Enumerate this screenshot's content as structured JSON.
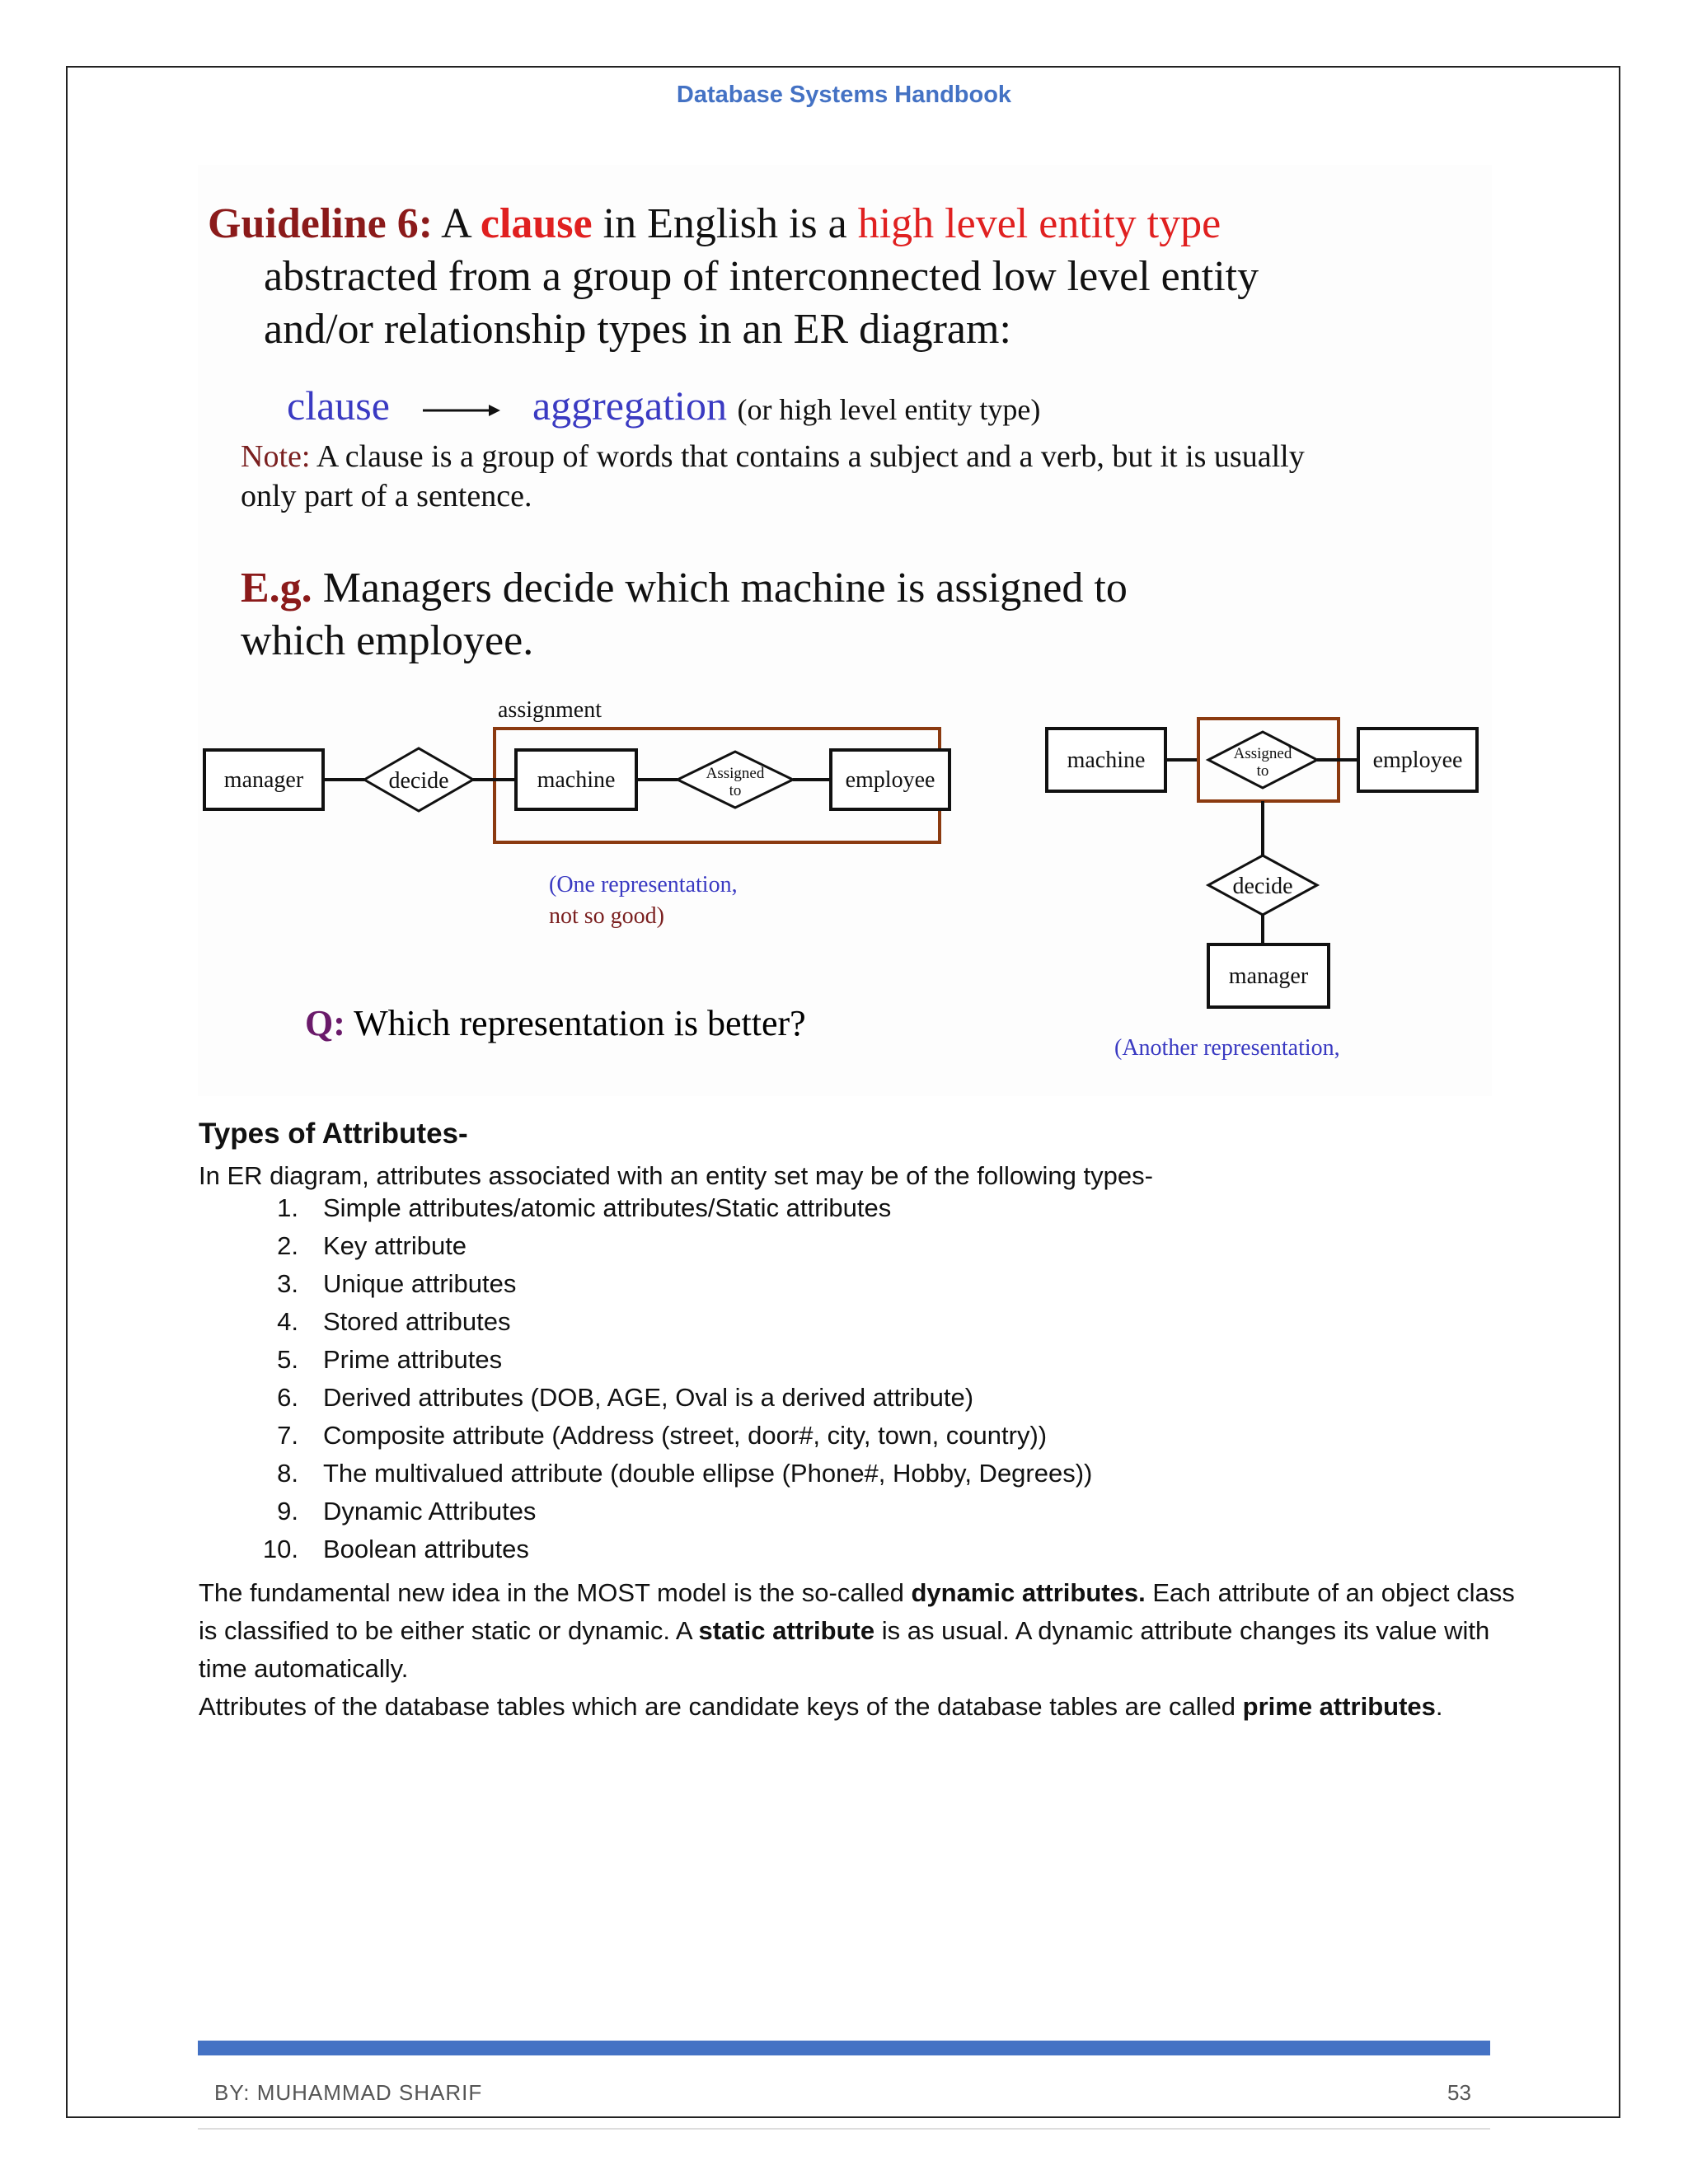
{
  "header": {
    "title": "Database Systems Handbook"
  },
  "slide": {
    "guideline_label": "Guideline 6:",
    "guideline_a": "A",
    "guideline_clause": "clause",
    "guideline_mid": "in English is a",
    "guideline_high": "high level entity type",
    "guideline_line2": "abstracted from a group of interconnected low level entity",
    "guideline_line3": "and/or relationship types in an ER diagram:",
    "map_clause": "clause",
    "map_aggregation": "aggregation",
    "map_paren": "(or high level entity type)",
    "note_label": "Note:",
    "note_line1": "A clause is a group of words that contains a subject and a verb, but it is usually",
    "note_line2": "only part of a sentence.",
    "eg_label": "E.g.",
    "eg_line1": "Managers decide which machine is assigned to",
    "eg_line2": "which employee.",
    "question_label": "Q:",
    "question_text": "Which representation is better?"
  },
  "diagram1": {
    "aggregate_label": "assignment",
    "manager": "manager",
    "decide": "decide",
    "machine": "machine",
    "assigned_line1": "Assigned",
    "assigned_line2": "to",
    "employee": "employee",
    "caption_line1": "(One representation,",
    "caption_line2": "not so good)"
  },
  "diagram2": {
    "machine": "machine",
    "assigned_line1": "Assigned",
    "assigned_line2": "to",
    "employee": "employee",
    "decide": "decide",
    "manager": "manager",
    "caption": "(Another representation,"
  },
  "section": {
    "heading": "Types of Attributes-",
    "intro": "In ER diagram, attributes associated with an entity set may be of the following types-",
    "items": [
      {
        "num": "1.",
        "text": "Simple attributes/atomic attributes/Static attributes"
      },
      {
        "num": "2.",
        "text": "Key attribute"
      },
      {
        "num": "3.",
        "text": "Unique attributes"
      },
      {
        "num": "4.",
        "text": "Stored attributes"
      },
      {
        "num": "5.",
        "text": "Prime attributes"
      },
      {
        "num": "6.",
        "text": "Derived attributes (DOB, AGE, Oval is a derived attribute)"
      },
      {
        "num": "7.",
        "text": "Composite attribute (Address (street, door#, city, town, country))"
      },
      {
        "num": "8.",
        "text": "The multivalued attribute (double ellipse (Phone#, Hobby, Degrees))"
      },
      {
        "num": "9.",
        "text": "Dynamic Attributes"
      },
      {
        "num": "10.",
        "text": "Boolean attributes"
      }
    ],
    "para1_a": "The fundamental new idea in the MOST model is the so-called ",
    "para1_b": "dynamic attributes.",
    "para1_c": " Each attribute of an object class",
    "para2_a": "is classified to be either static or dynamic. A ",
    "para2_b": "static attribute",
    "para2_c": " is as usual. A dynamic attribute changes its value with",
    "para3": "time automatically.",
    "para4_a": "Attributes of the database tables which are candidate keys of the database tables are called ",
    "para4_b": "prime attributes",
    "para4_c": "."
  },
  "footer": {
    "author": "BY: MUHAMMAD SHARIF",
    "page": "53"
  },
  "colors": {
    "accent_blue": "#4472c4",
    "aggregate_border": "#8b3a10",
    "dark_red": "#8b1a1a",
    "bright_red": "#e02020"
  }
}
